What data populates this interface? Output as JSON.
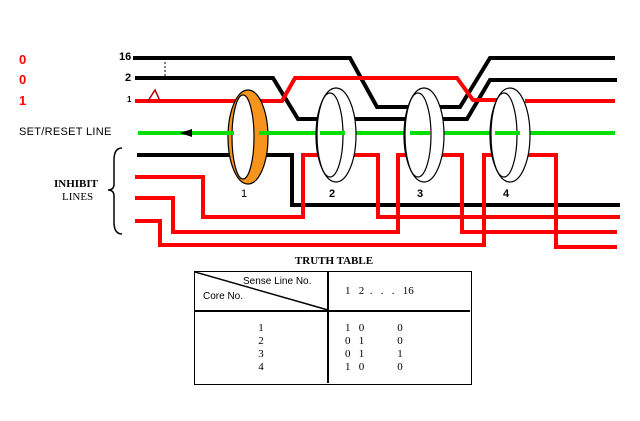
{
  "input_bits": [
    "0",
    "0",
    "1"
  ],
  "sense_line_labels": [
    "16",
    "2",
    "1"
  ],
  "set_reset_label": "SET/RESET LINE",
  "inhibit_label_1": "INHIBIT",
  "inhibit_label_2": "LINES",
  "cores": [
    {
      "label": "1",
      "color": "#f7941d"
    },
    {
      "label": "2",
      "color": "#ffffff"
    },
    {
      "label": "3",
      "color": "#ffffff"
    },
    {
      "label": "4",
      "color": "#ffffff"
    }
  ],
  "colors": {
    "sense": "#000000",
    "selected": "#ff0000",
    "set_reset": "#00e000",
    "inhibit": "#ff0000"
  },
  "truth_table": {
    "title": "TRUTH TABLE",
    "corner_top": "Sense Line No.",
    "corner_bottom": "Core No.",
    "column_header": "1   2  .   .   .   16",
    "rows": [
      {
        "core": "1",
        "values": "1   0            0"
      },
      {
        "core": "2",
        "values": "0   1            0"
      },
      {
        "core": "3",
        "values": "0   1            1"
      },
      {
        "core": "4",
        "values": "1   0            0"
      }
    ]
  }
}
